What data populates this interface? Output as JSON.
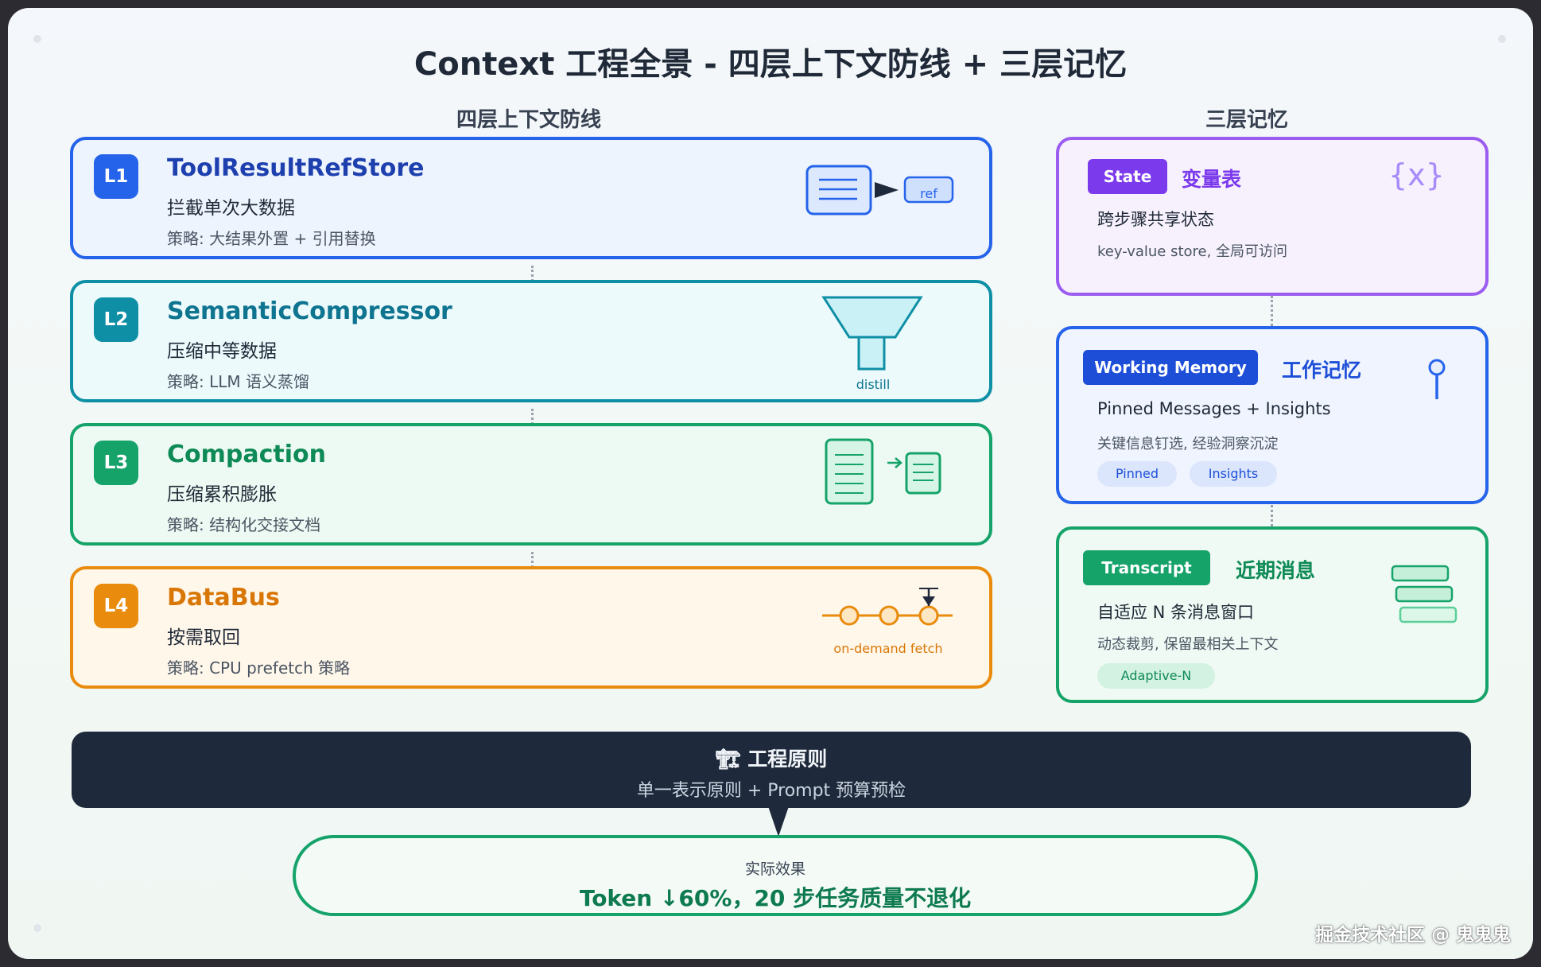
{
  "title": "Context 工程全景 - 四层上下文防线 + 三层记忆",
  "left_heading": "四层上下文防线",
  "right_heading": "三层记忆",
  "layers": [
    {
      "badge": "L1",
      "name": "ToolResultRefStore",
      "subtitle": "拦截单次大数据",
      "strategy": "策略: 大结果外置 + 引用替换",
      "icon_label": "ref",
      "color": "#2563eb",
      "icon": "document-ref-icon"
    },
    {
      "badge": "L2",
      "name": "SemanticCompressor",
      "subtitle": "压缩中等数据",
      "strategy": "策略: LLM 语义蒸馏",
      "icon_label": "distill",
      "color": "#0e8fa5",
      "icon": "funnel-icon"
    },
    {
      "badge": "L3",
      "name": "Compaction",
      "subtitle": "压缩累积膨胀",
      "strategy": "策略: 结构化交接文档",
      "icon_label": "",
      "color": "#16a36a",
      "icon": "document-compact-icon"
    },
    {
      "badge": "L4",
      "name": "DataBus",
      "subtitle": "按需取回",
      "strategy": "策略: CPU prefetch 策略",
      "icon_label": "on-demand fetch",
      "color": "#e98b0c",
      "icon": "bus-fetch-icon"
    }
  ],
  "memory": [
    {
      "tag": "State",
      "name": "变量表",
      "line1": "跨步骤共享状态",
      "line2": "key-value store, 全局可访问",
      "icon_text": "{x}",
      "chips": [],
      "color": "#7c3aed",
      "icon": "variable-icon"
    },
    {
      "tag": "Working Memory",
      "name": "工作记忆",
      "line1": "Pinned Messages + Insights",
      "line2": "关键信息钉选, 经验洞察沉淀",
      "chips": [
        "Pinned",
        "Insights"
      ],
      "color": "#1d4ed8",
      "icon": "pin-icon"
    },
    {
      "tag": "Transcript",
      "name": "近期消息",
      "line1": "自适应 N 条消息窗口",
      "line2": "动态裁剪, 保留最相关上下文",
      "chips": [
        "Adaptive-N"
      ],
      "color": "#16a36a",
      "icon": "message-stack-icon"
    }
  ],
  "principle": {
    "icon": "🏗",
    "title": "工程原则",
    "subtitle": "单一表示原则 + Prompt 预算预检"
  },
  "result": {
    "label": "实际效果",
    "value": "Token ↓60%，20 步任务质量不退化"
  },
  "watermark": "掘金技术社区 @ 鬼鬼鬼"
}
